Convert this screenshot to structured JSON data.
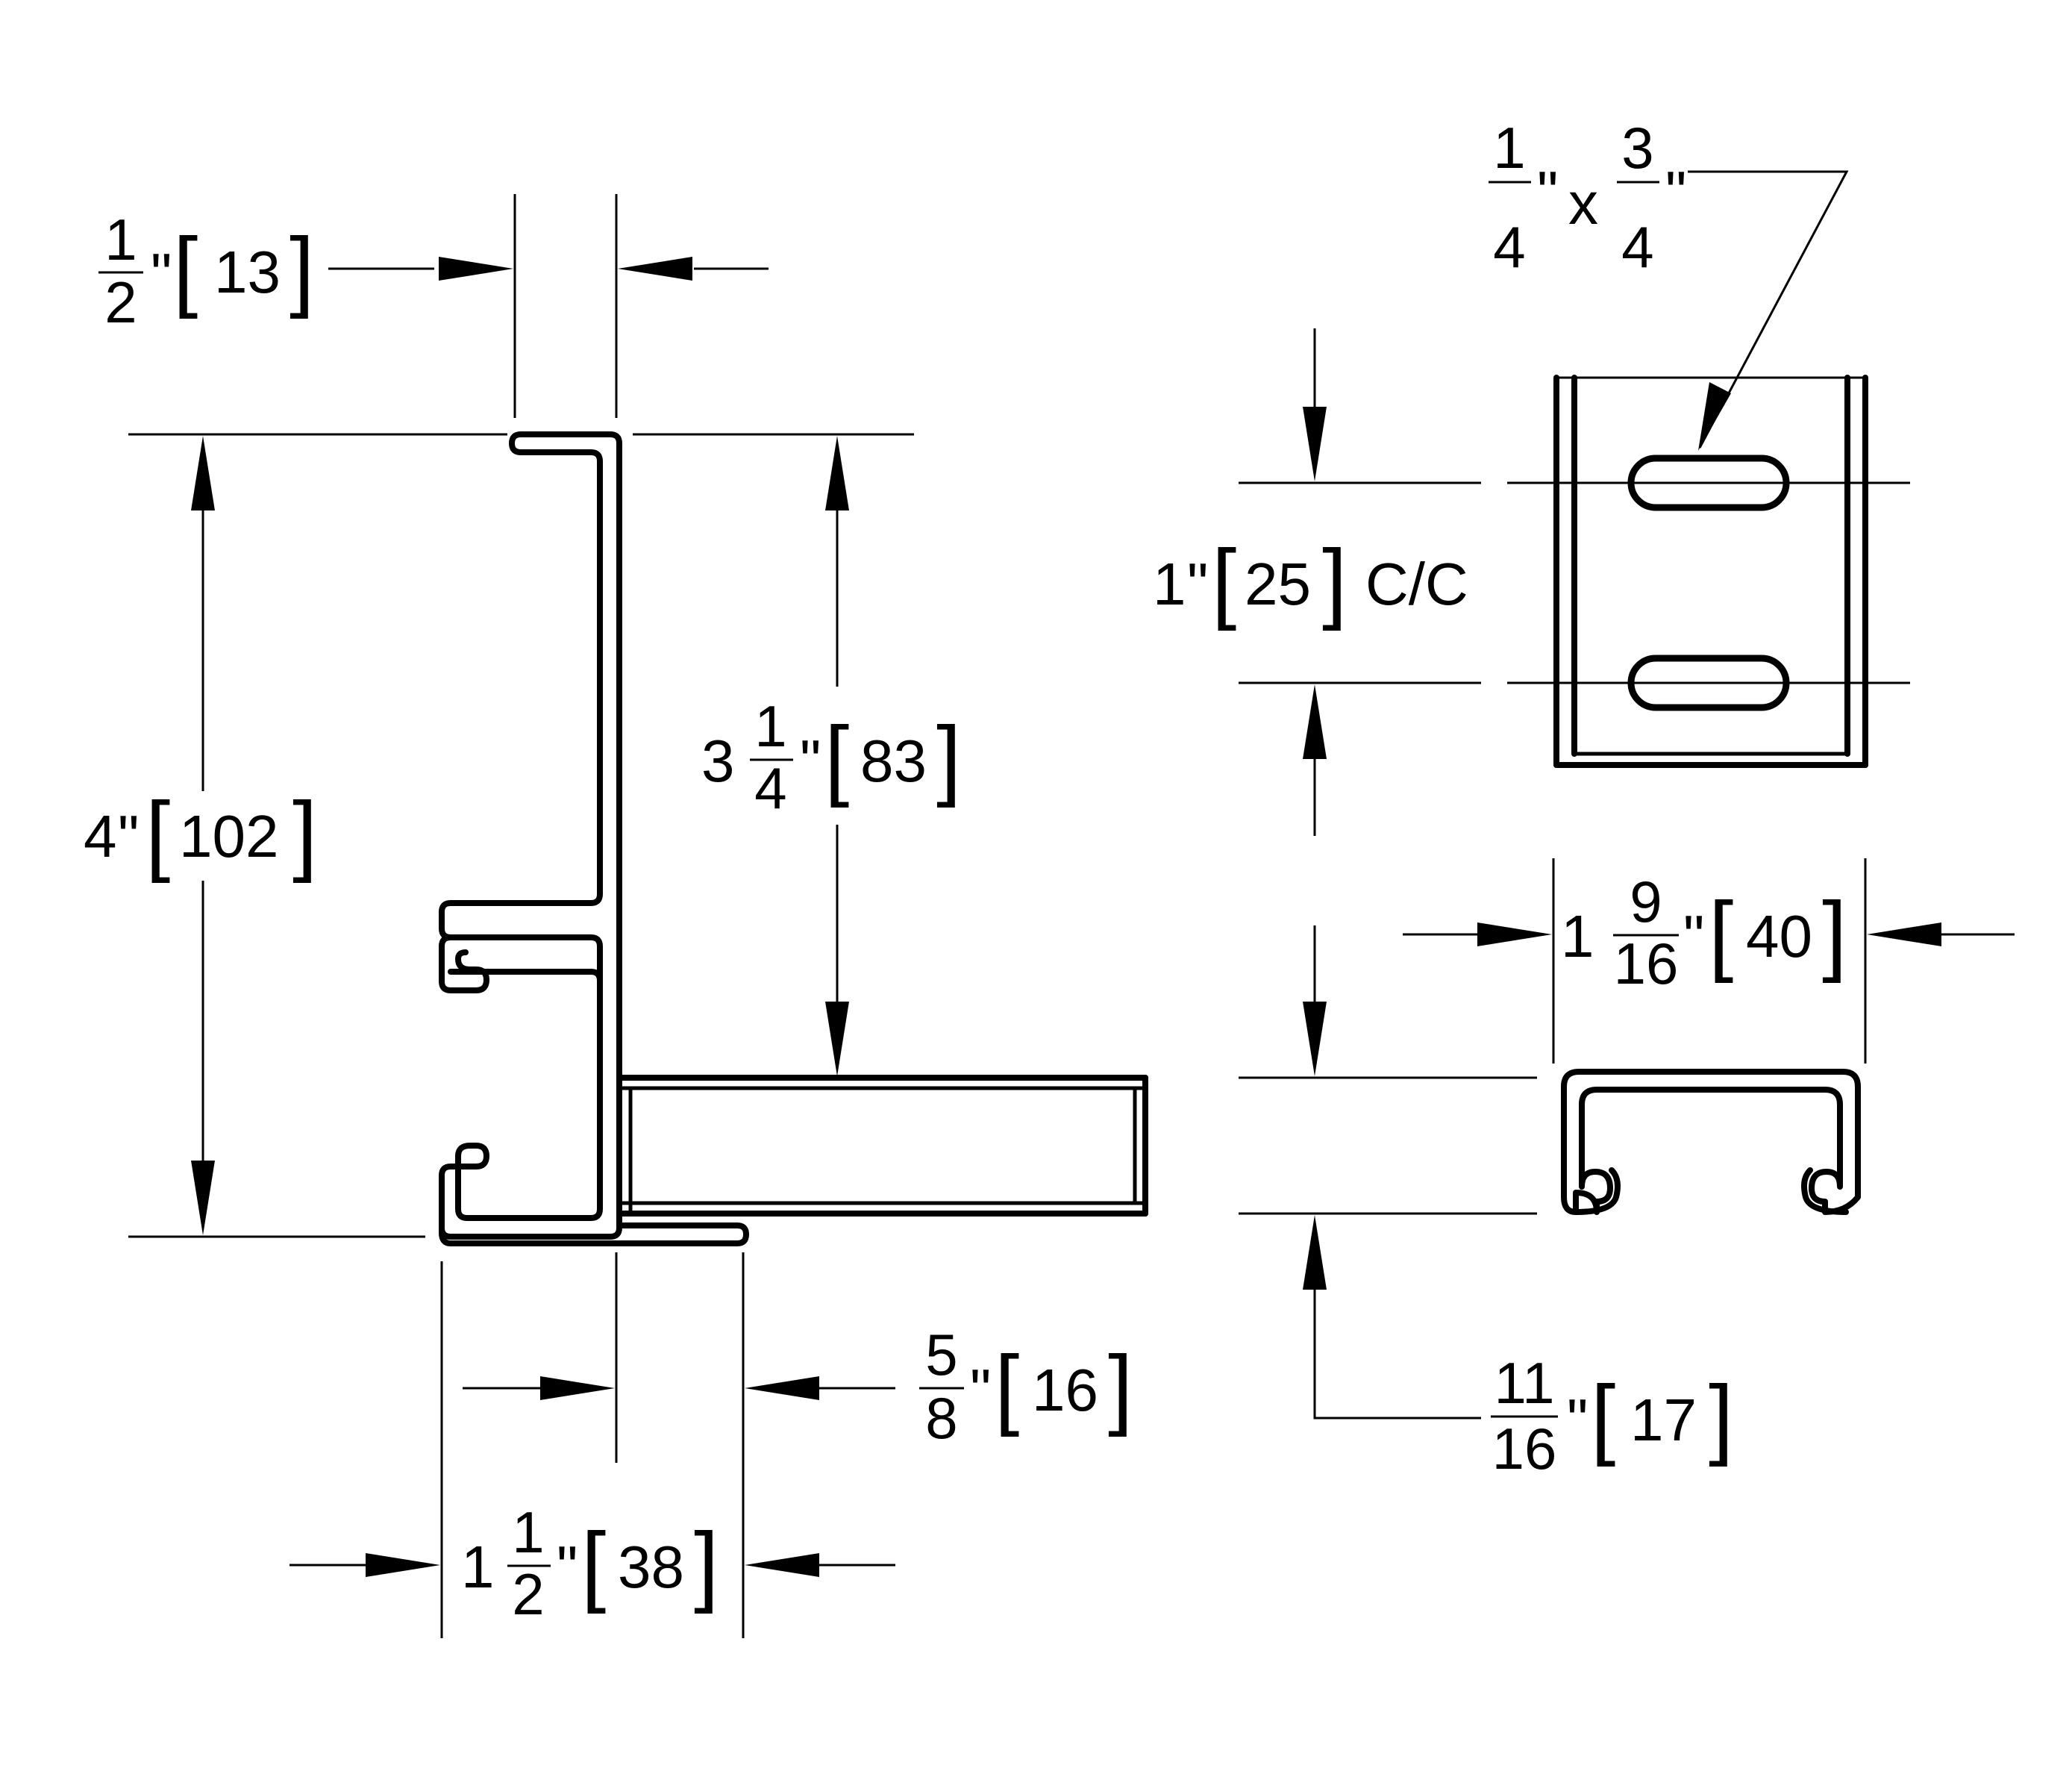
{
  "dimensions": {
    "flange_width": {
      "num": "1",
      "den": "2",
      "unit": "\"",
      "metric": "13"
    },
    "overall_height": {
      "whole": "4",
      "unit": "\"",
      "metric": "102"
    },
    "arm_position": {
      "whole": "3",
      "num": "1",
      "den": "4",
      "unit": "\"",
      "metric": "83"
    },
    "base_width": {
      "whole": "1",
      "num": "1",
      "den": "2",
      "unit": "\"",
      "metric": "38"
    },
    "arm_setback": {
      "num": "5",
      "den": "8",
      "unit": "\"",
      "metric": "16"
    },
    "slot_size": {
      "num1": "1",
      "den1": "4",
      "unit1": "\"",
      "times": "x",
      "num2": "3",
      "den2": "4",
      "unit2": "\""
    },
    "slot_spacing": {
      "whole": "1",
      "unit": "\"",
      "metric": "25",
      "suffix": "C/C"
    },
    "channel_width": {
      "whole": "1",
      "num": "9",
      "den": "16",
      "unit": "\"",
      "metric": "40"
    },
    "channel_height": {
      "num": "11",
      "den": "16",
      "unit": "\"",
      "metric": "17"
    }
  },
  "brackets": {
    "open": "[",
    "close": "]"
  }
}
